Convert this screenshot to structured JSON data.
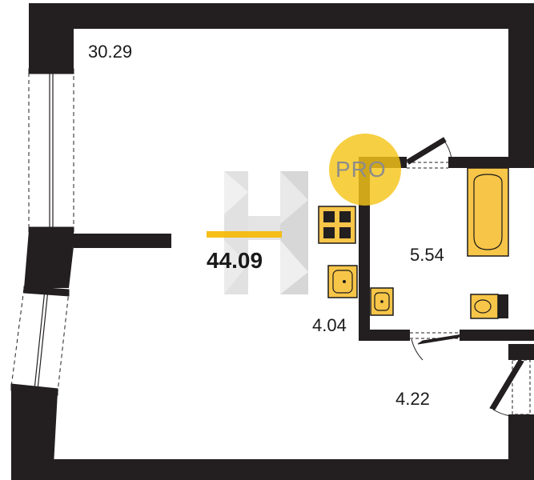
{
  "plan": {
    "total_area": "44.09",
    "rooms": [
      {
        "id": "main-room",
        "area": "30.29"
      },
      {
        "id": "bathroom",
        "area": "5.54"
      },
      {
        "id": "kitchen",
        "area": "4.04"
      },
      {
        "id": "hallway",
        "area": "4.22"
      }
    ],
    "badge": {
      "text": "PRO"
    }
  },
  "colors": {
    "wall": "#231f20",
    "fixture_fill": "#f7c548",
    "fixture_stroke": "#1a1a1a",
    "badge": "#f5c518",
    "accent": "#f5b800",
    "watermark": "#b0b0b0"
  }
}
